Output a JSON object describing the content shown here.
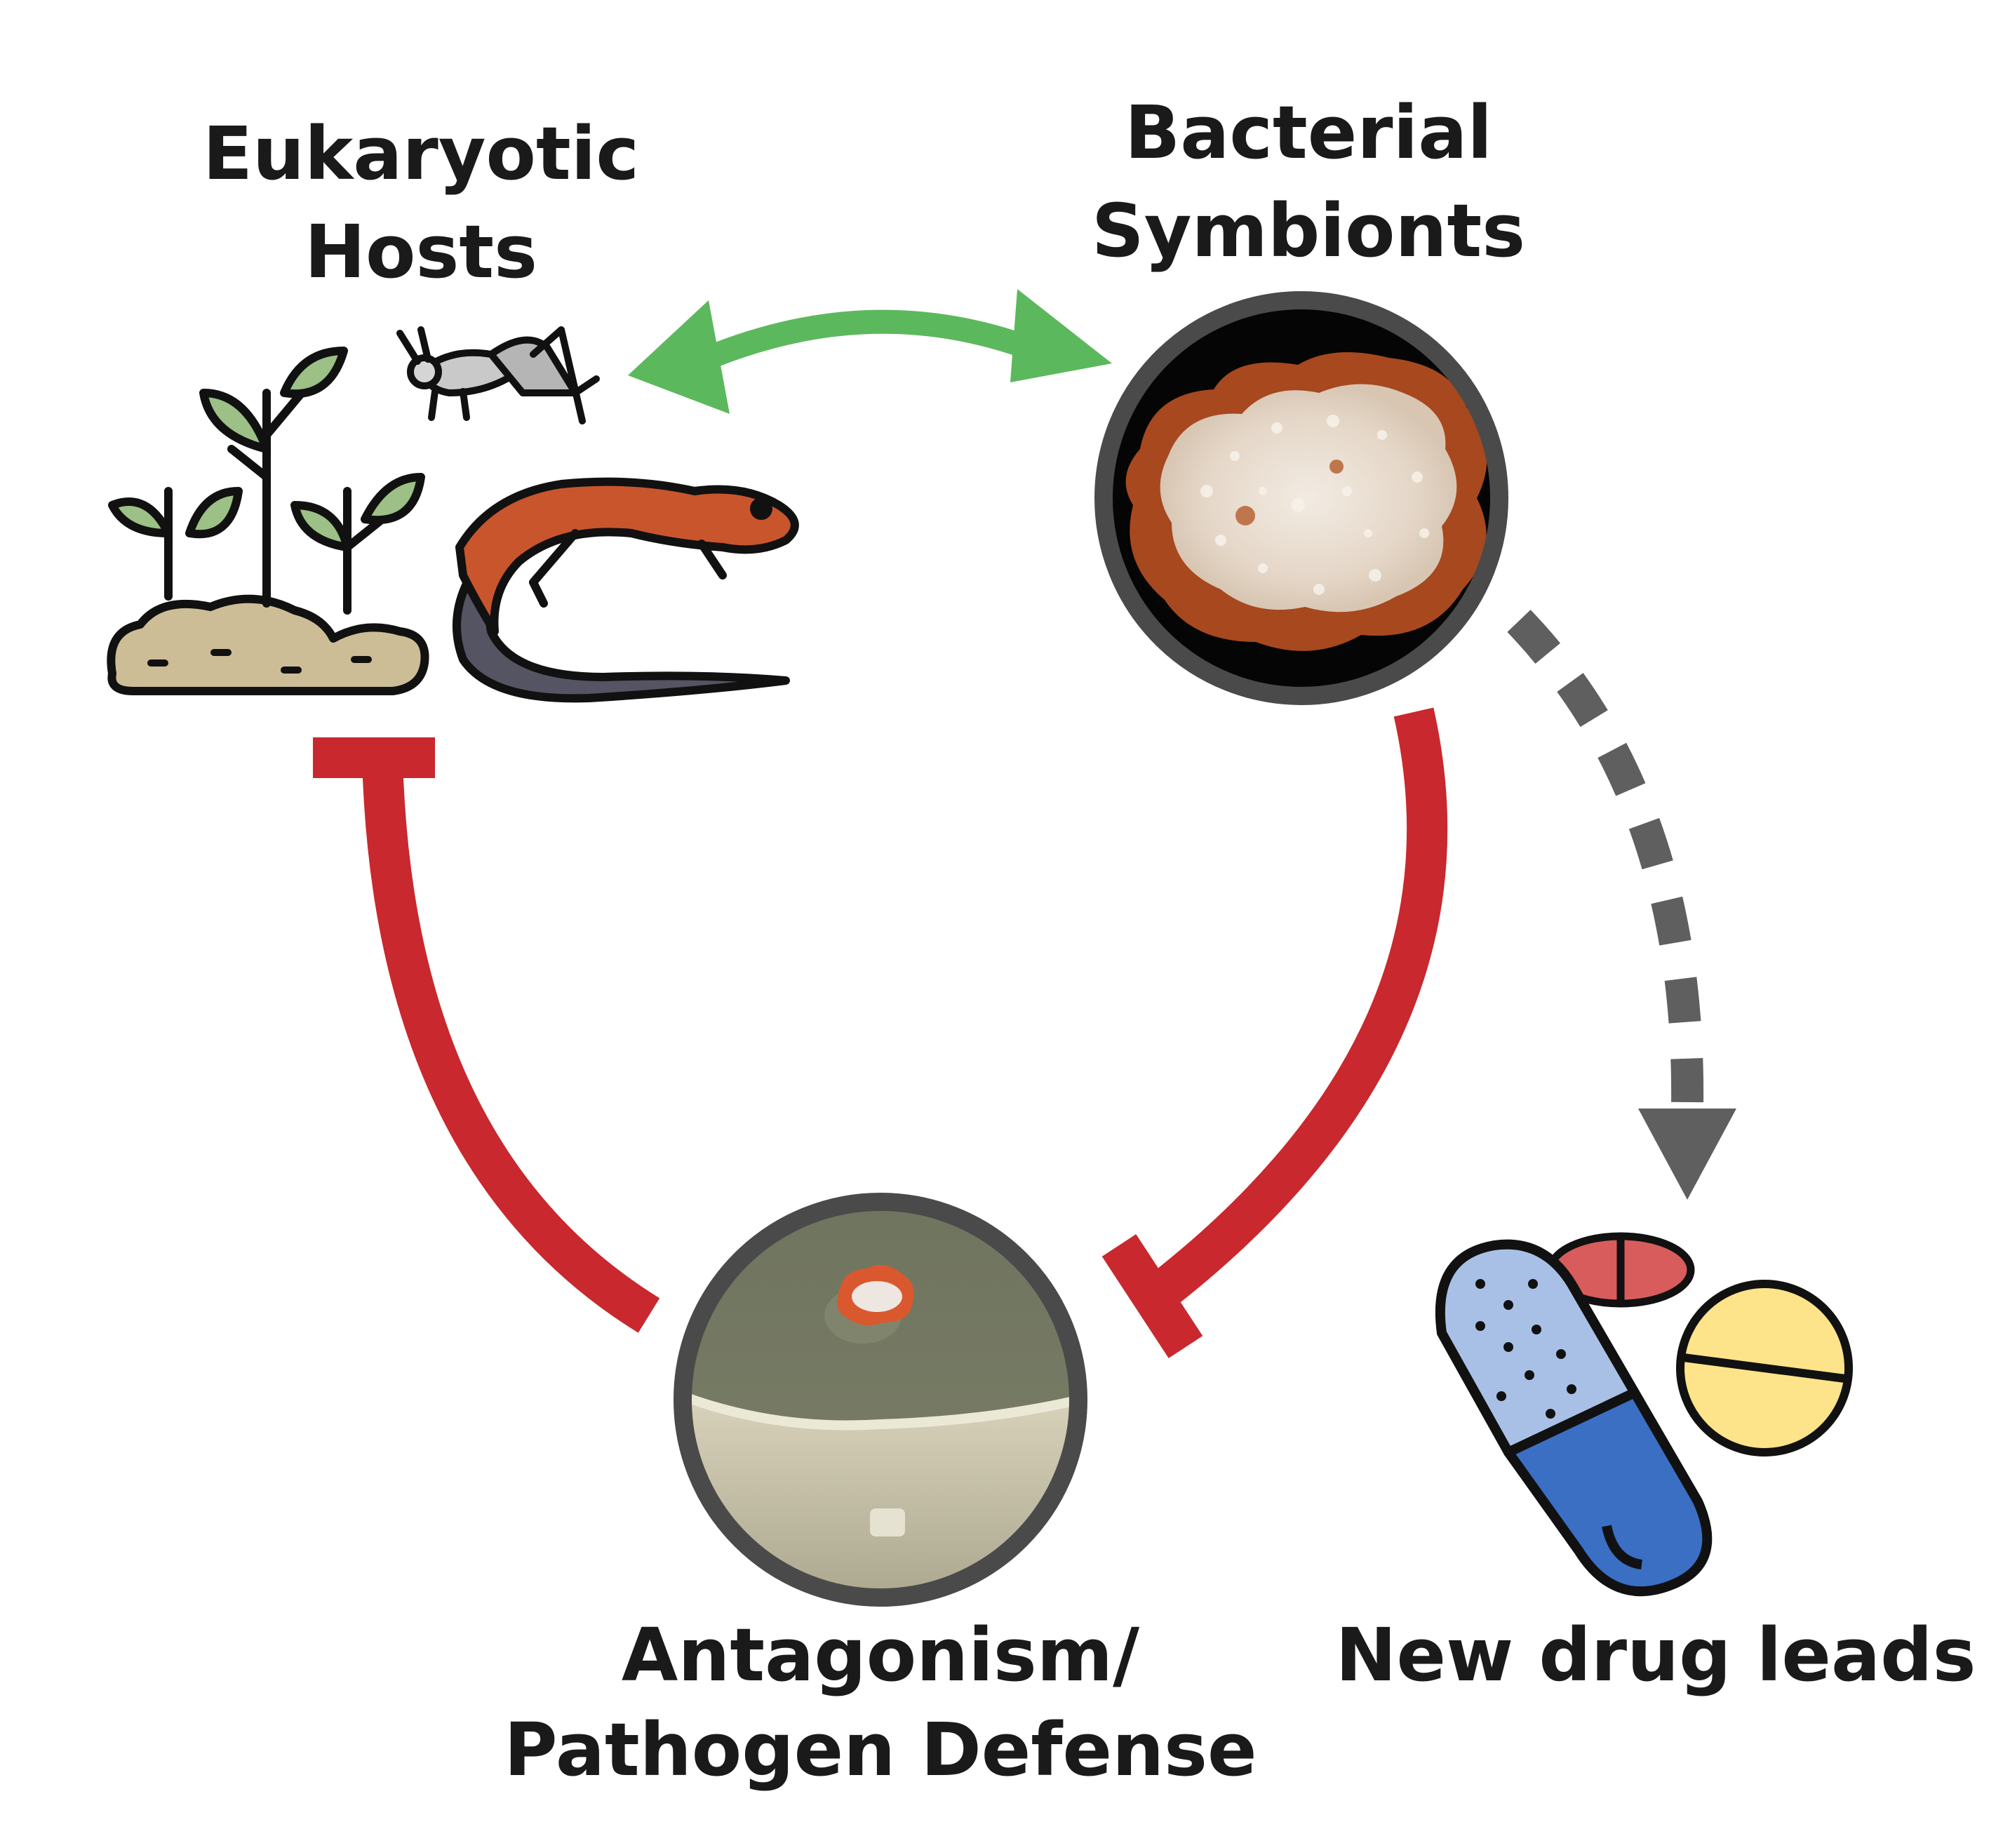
{
  "nodes": {
    "hosts": {
      "line1": "Eukaryotic",
      "line2": "Hosts"
    },
    "symbionts": {
      "line1": "Bacterial",
      "line2": "Symbionts"
    },
    "antagonism": {
      "line1": "Antagonism/",
      "line2": "Pathogen Defense"
    },
    "drugs": {
      "line1": "New drug leads"
    }
  },
  "colors": {
    "mutualism_arrow": "#5cb85c",
    "inhibition": "#c8282e",
    "discovery_arrow": "#5f5f5f",
    "circle_border": "#4a4a4a",
    "colony_orange": "#b4542c",
    "colony_white": "#efe6dc",
    "plate_green": "#747a63",
    "capsule_light": "#a9c0e6",
    "capsule_dark": "#3a6fc4",
    "pill_red": "#d95c5c",
    "pill_yellow": "#fde38a"
  },
  "icons": [
    "plant-seedlings-icon",
    "cricket-icon",
    "salamander-icon",
    "capsule-icon",
    "split-tablet-icon",
    "round-tablet-icon"
  ]
}
